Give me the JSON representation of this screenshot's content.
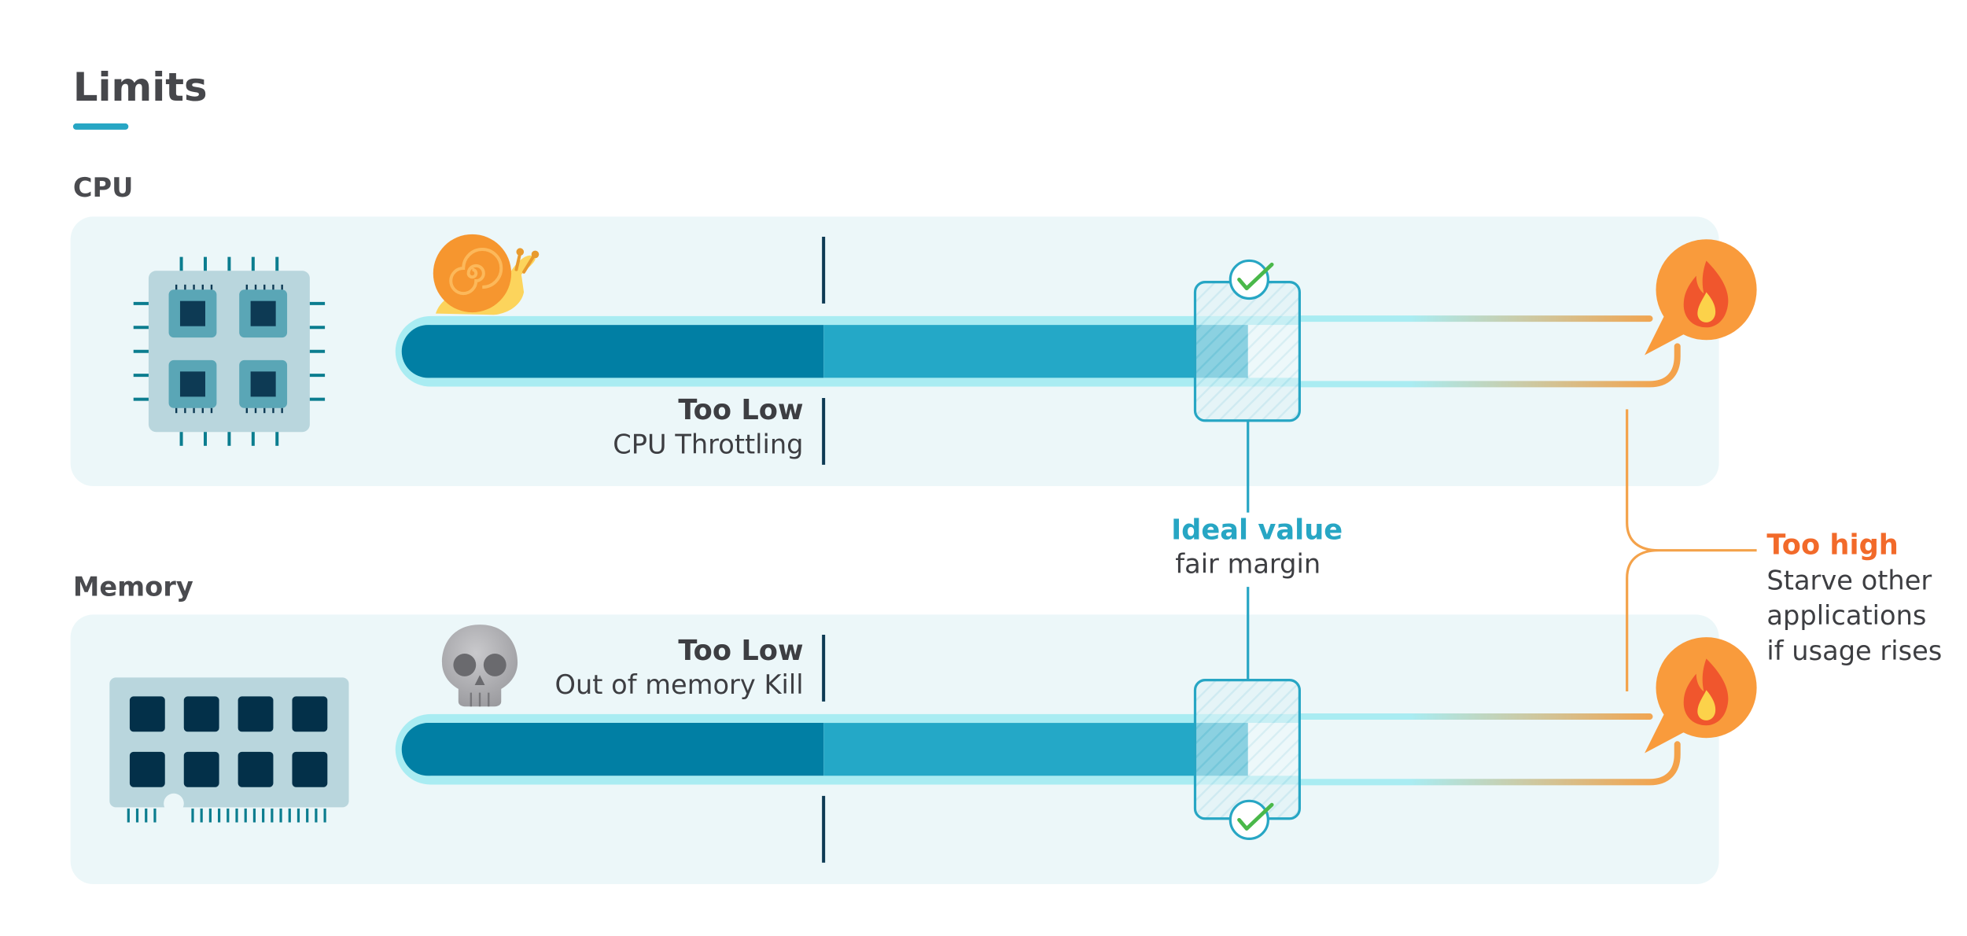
{
  "title": "Limits",
  "sections": {
    "cpu": {
      "label": "CPU",
      "too_low_title": "Too Low",
      "too_low_desc": "CPU Throttling"
    },
    "memory": {
      "label": "Memory",
      "too_low_title": "Too Low",
      "too_low_desc": "Out of memory Kill"
    }
  },
  "ideal": {
    "title": "Ideal value",
    "desc": "fair margin"
  },
  "too_high": {
    "title": "Too high",
    "desc_lines": [
      "Starve other",
      "applications",
      "if usage rises"
    ]
  },
  "icons": {
    "cpu": "cpu-chip-icon",
    "memory": "memory-module-icon",
    "cpu_low": "snail-icon",
    "memory_low": "skull-icon",
    "ideal": "check-circle-icon",
    "high": "fire-speech-bubble-icon"
  },
  "colors": {
    "panel": "#ecf7f9",
    "usage_dark": "#017fa4",
    "usage_mid": "#24a8c7",
    "track": "#a9ecf2",
    "ideal": "#27a6c4",
    "high": "#f26a2a",
    "bracket": "#f4a24a",
    "check": "#4ab84a",
    "heading_underline": "#27a6c4"
  }
}
